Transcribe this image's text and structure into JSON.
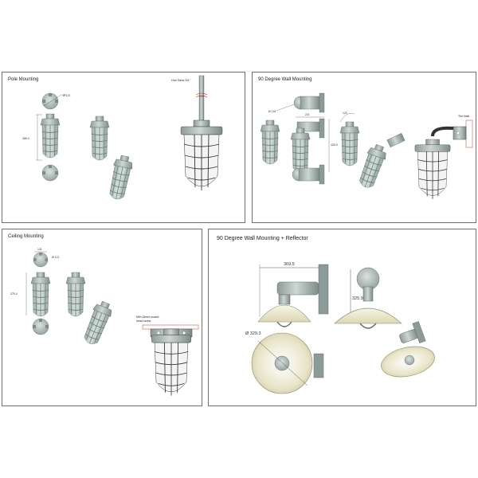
{
  "panels": {
    "pole": {
      "title": "Pole Mounting",
      "dims": {
        "diameter": "Ø 121",
        "height": "385.4"
      },
      "note": "Hub Sizes 3/4\""
    },
    "wall": {
      "title": "90 Degree Wall Mounting",
      "dims": {
        "diameter": "Ø 118",
        "width": "221",
        "height": "425.9",
        "angle": "120"
      },
      "note": "The Wall"
    },
    "ceiling": {
      "title": "Ceiling Mounting",
      "dims": {
        "top": "131",
        "diameter": "Ø 121",
        "height": "375.4"
      },
      "note_line1": "M5×15mm socket",
      "note_line2": "head screw"
    },
    "reflector": {
      "title": "90 Degree Wall Mounting + Reflector",
      "dims": {
        "width": "369.5",
        "height": "325.9",
        "diameter": "Ø 329.3"
      }
    }
  },
  "colors": {
    "fixture": "#a4b3b0",
    "fixture_dark": "#6f807c",
    "reflector": "#ece8cc",
    "border": "#6e6e6e",
    "accent_red": "#c0392b"
  }
}
